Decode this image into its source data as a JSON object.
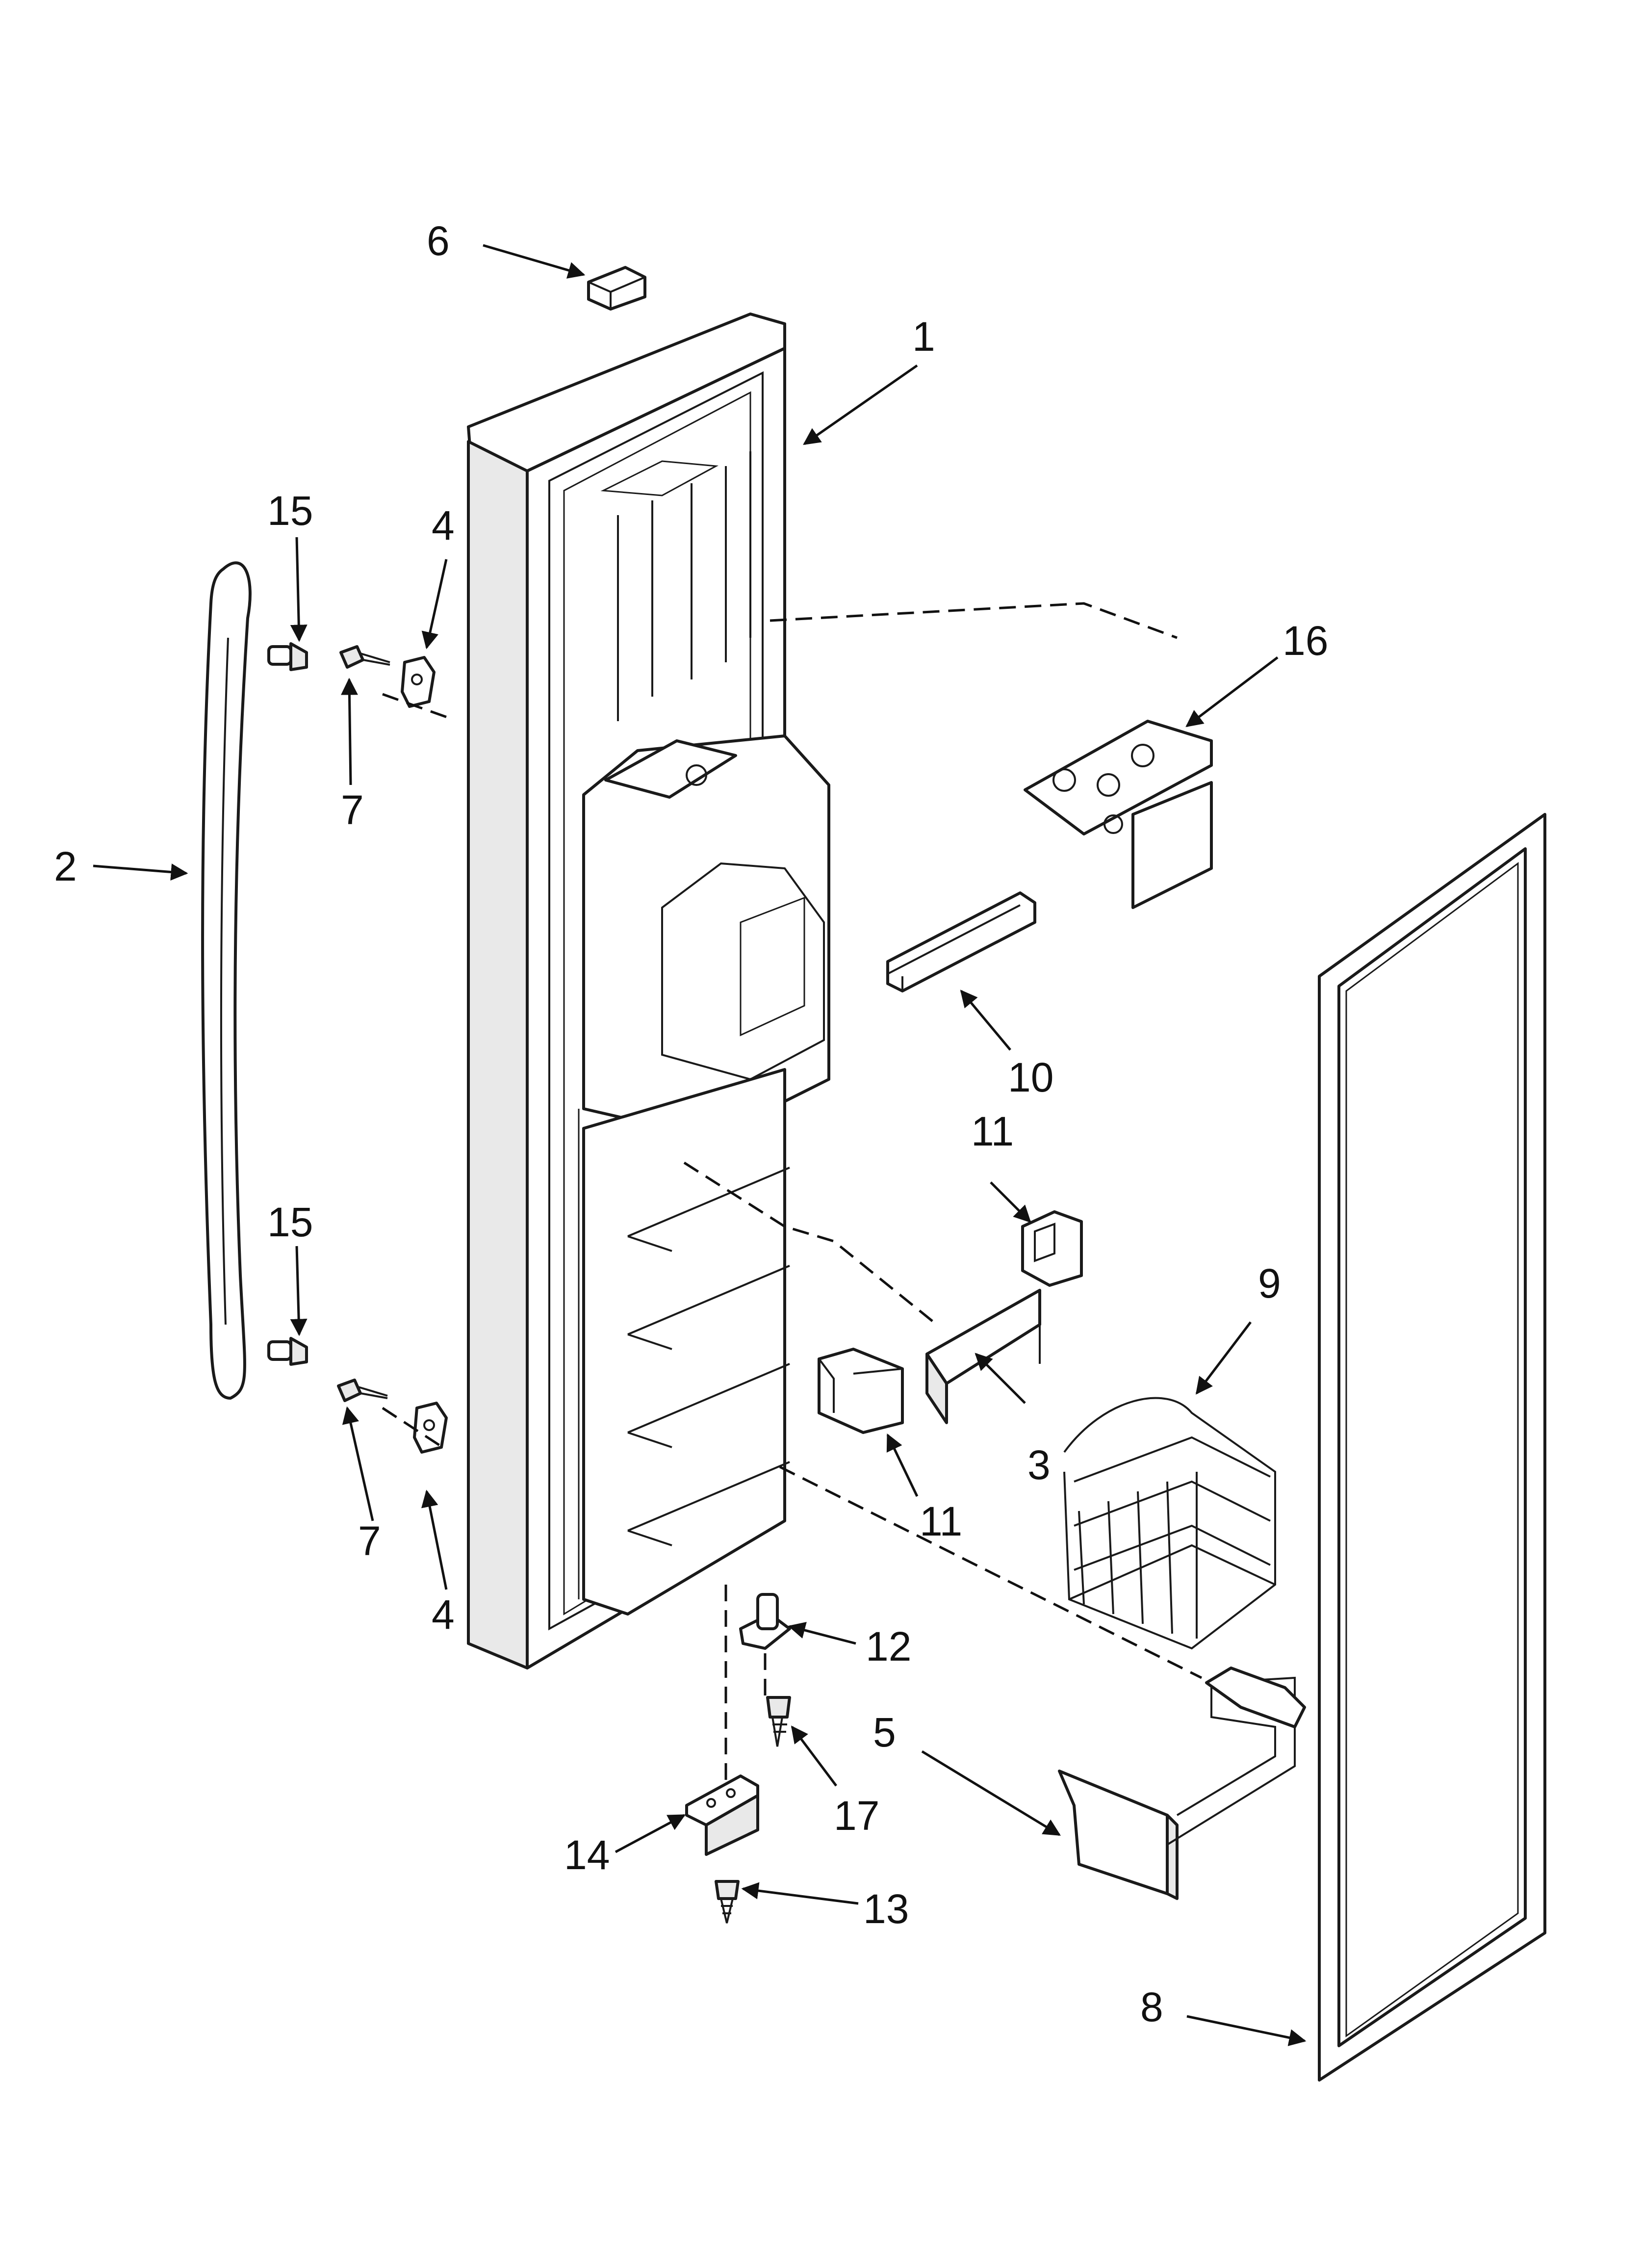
{
  "callouts": [
    {
      "id": "c1",
      "text": "1"
    },
    {
      "id": "c2",
      "text": "2"
    },
    {
      "id": "c3",
      "text": "3"
    },
    {
      "id": "c4a",
      "text": "4"
    },
    {
      "id": "c4b",
      "text": "4"
    },
    {
      "id": "c5",
      "text": "5"
    },
    {
      "id": "c6",
      "text": "6"
    },
    {
      "id": "c7a",
      "text": "7"
    },
    {
      "id": "c7b",
      "text": "7"
    },
    {
      "id": "c8",
      "text": "8"
    },
    {
      "id": "c9",
      "text": "9"
    },
    {
      "id": "c10",
      "text": "10"
    },
    {
      "id": "c11a",
      "text": "11"
    },
    {
      "id": "c11b",
      "text": "11"
    },
    {
      "id": "c12",
      "text": "12"
    },
    {
      "id": "c13",
      "text": "13"
    },
    {
      "id": "c14",
      "text": "14"
    },
    {
      "id": "c15a",
      "text": "15"
    },
    {
      "id": "c15b",
      "text": "15"
    },
    {
      "id": "c16",
      "text": "16"
    },
    {
      "id": "c17",
      "text": "17"
    }
  ],
  "colors": {
    "line": "#1a1a1a",
    "background": "#ffffff",
    "shade": "#e9e9e9"
  }
}
